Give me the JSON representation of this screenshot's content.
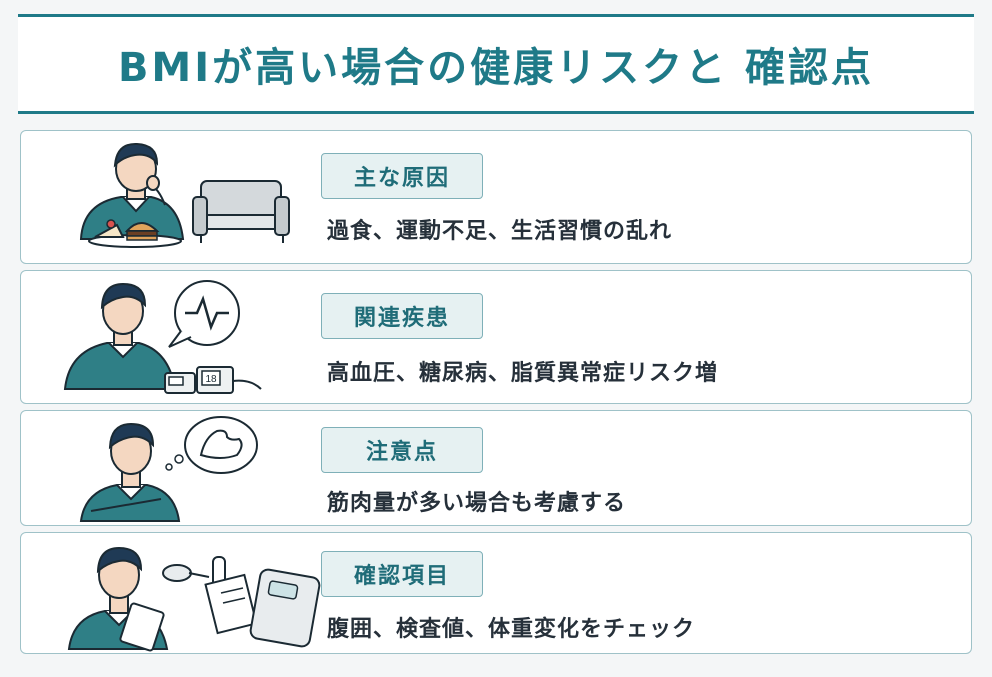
{
  "title": "BMIが高い場合の健康リスクと 確認点",
  "colors": {
    "accent": "#1f7a88",
    "badge_bg": "#e6f1f2",
    "sweater": "#2f7f86"
  },
  "cards": [
    {
      "heading": "主な原因",
      "text": "過食、運動不足、生活習慣の乱れ",
      "icon": "person-eating-cake-burger-sofa-icon"
    },
    {
      "heading": "関連疾患",
      "text": "高血圧、糖尿病、脂質異常症リスク増",
      "icon": "person-blood-pressure-monitor-heartbeat-icon"
    },
    {
      "heading": "注意点",
      "text": "筋肉量が多い場合も考慮する",
      "icon": "person-thinking-muscle-icon"
    },
    {
      "heading": "確認項目",
      "text": "腹囲、検査値、体重変化をチェック",
      "icon": "person-clipboard-scale-tape-icon"
    }
  ],
  "monitor_readings": {
    "display": "18"
  }
}
